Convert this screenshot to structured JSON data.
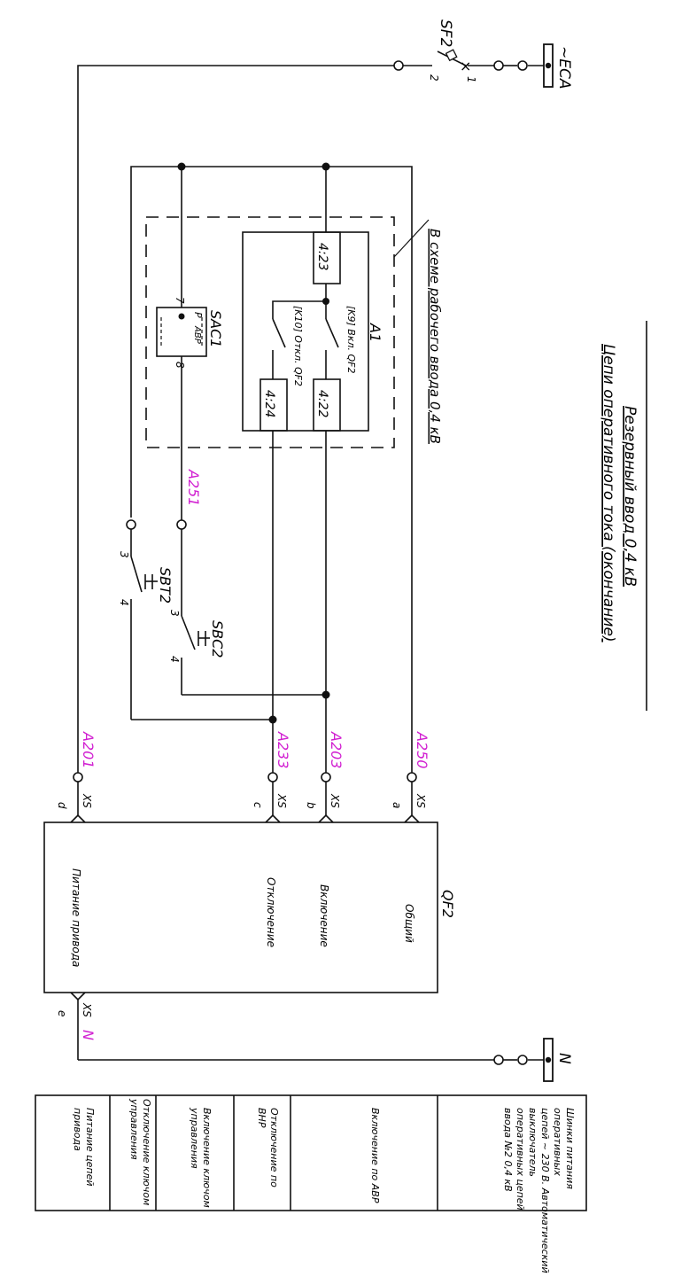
{
  "title": {
    "line1": "Резервный ввод 0,4 кВ",
    "line2": "Цепи оперативного тока (окончание)"
  },
  "bus": {
    "phase": "~ECA",
    "neutral": "N"
  },
  "breaker": {
    "name": "SF2",
    "pin_in": "1",
    "pin_out": "2"
  },
  "dashed_block": {
    "note": "В схеме рабочего ввода 0,4 кВ"
  },
  "a1": {
    "name": "A1",
    "contact_k9": "[K9] Вкл. QF2",
    "contact_k10": "[K10] Откл. QF2",
    "t1": "4:23",
    "t2": "4:22",
    "t3": "4:24"
  },
  "sac1": {
    "name": "SAC1",
    "pin_left": "7",
    "pin_right": "8",
    "pos_p": "Р",
    "pos_avr": "АВР"
  },
  "sbt2": {
    "name": "SBT2",
    "pin3": "3",
    "pin4": "4"
  },
  "sbc2": {
    "name": "SBC2",
    "pin3": "3",
    "pin4": "4"
  },
  "wires": {
    "a251": "A251",
    "a201": "A201",
    "a233": "A233",
    "a203": "A203",
    "a250": "A250",
    "n": "N"
  },
  "connector": {
    "xs": "XS",
    "d": "d",
    "c": "c",
    "b": "b",
    "a": "a",
    "e": "e"
  },
  "qf2": {
    "name": "QF2",
    "common": "Общий",
    "close": "Включение",
    "open": "Отключение",
    "power": "Питание привода"
  },
  "legend": {
    "col1": [
      "Шинки питания",
      "оперативных",
      "цепей ~ 230 В. Автоматический",
      "выключатель",
      "оперативных цепей",
      "ввода №2 0,4 кВ"
    ],
    "col2": [
      "Включение по АВР"
    ],
    "col3": [
      "Отключение по",
      "ВНР"
    ],
    "col4": [
      "Включение ключом",
      "управления"
    ],
    "col5": [
      "Отключение ключом",
      "управления"
    ],
    "col6": [
      "Питание цепей",
      "привода"
    ]
  }
}
